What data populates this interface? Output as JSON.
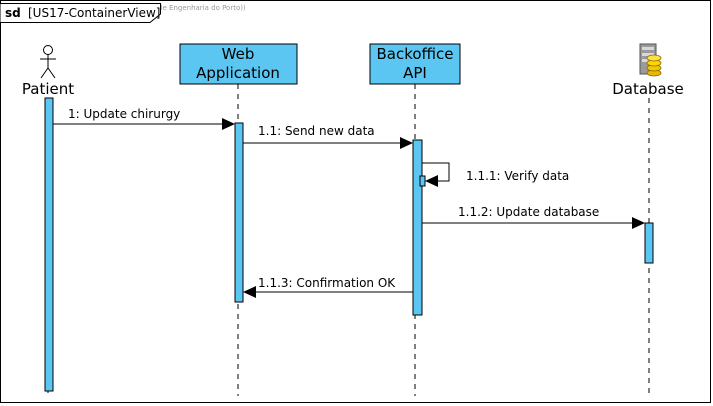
{
  "watermark": "Visual Paradigm Standard(Instituto Superior de Engenharia do Porto))",
  "frame": {
    "keyword": "sd",
    "name": "[US17-ContainerView]"
  },
  "participants": {
    "patient": {
      "label": "Patient",
      "kind": "actor"
    },
    "web_app": {
      "line1": "Web",
      "line2": "Application",
      "kind": "lifeline"
    },
    "backoffice": {
      "line1": "Backoffice",
      "line2": "API",
      "kind": "lifeline"
    },
    "database": {
      "label": "Database",
      "kind": "database"
    }
  },
  "messages": [
    {
      "id": "m1",
      "label": "1: Update chirurgy",
      "from": "Patient",
      "to": "Web Application"
    },
    {
      "id": "m2",
      "label": "1.1: Send new data",
      "from": "Web Application",
      "to": "Backoffice API"
    },
    {
      "id": "m3",
      "label": "1.1.1: Verify data",
      "from": "Backoffice API",
      "to": "Backoffice API"
    },
    {
      "id": "m4",
      "label": "1.1.2: Update database",
      "from": "Backoffice API",
      "to": "Database"
    },
    {
      "id": "m5",
      "label": "1.1.3: Confirmation OK",
      "from": "Backoffice API",
      "to": "Web Application"
    }
  ],
  "colors": {
    "lifeline_fill": "#5BC6F2",
    "stroke": "#000000",
    "background": "#FFFFFF"
  }
}
